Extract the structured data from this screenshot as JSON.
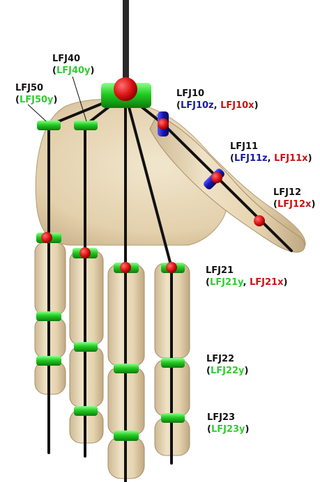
{
  "colors": {
    "y_axis": "#33cc33",
    "z_axis": "#1a1aa6",
    "x_axis": "#cc1111",
    "wood": "#e8d8b8",
    "link": "#111111"
  },
  "joints": {
    "lfj50": {
      "name": "LFJ50",
      "open": "(",
      "y": "LFJ50y",
      "close": ")"
    },
    "lfj40": {
      "name": "LFJ40",
      "open": "(",
      "y": "LFJ40y",
      "close": ")"
    },
    "lfj10": {
      "name": "LFJ10",
      "open": "(",
      "z": "LFJ10z",
      "sep": ", ",
      "x": "LFJ10x",
      "close": ")"
    },
    "lfj11": {
      "name": "LFJ11",
      "open": "(",
      "z": "LFJ11z",
      "sep": ", ",
      "x": "LFJ11x",
      "close": ")"
    },
    "lfj12": {
      "name": "LFJ12",
      "open": "(",
      "x": "LFJ12x",
      "close": ")"
    },
    "lfj21": {
      "name": "LFJ21",
      "open": "(",
      "y": "LFJ21y",
      "sep": ", ",
      "x": "LFJ21x",
      "close": ")"
    },
    "lfj22": {
      "name": "LFJ22",
      "open": "(",
      "y": "LFJ22y",
      "close": ")"
    },
    "lfj23": {
      "name": "LFJ23",
      "open": "(",
      "y": "LFJ23y",
      "close": ")"
    }
  }
}
